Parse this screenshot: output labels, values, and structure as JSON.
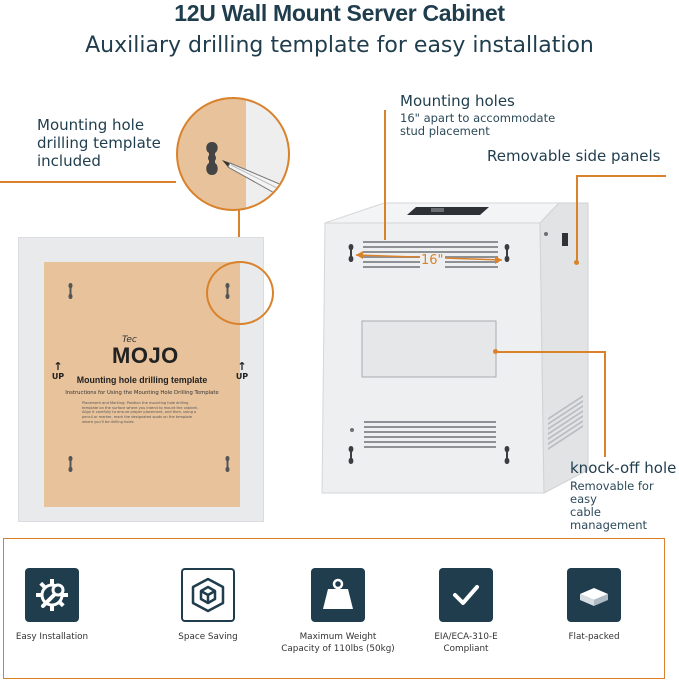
{
  "header": {
    "title": "12U Wall Mount Server Cabinet",
    "subtitle": "Auxiliary drilling template for easy installation"
  },
  "callouts": {
    "template_label": "Mounting hole\ndrilling template\nincluded",
    "mounting_holes_title": "Mounting holes",
    "mounting_holes_desc": "16\" apart to accommodate\nstud placement",
    "side_panels": "Removable side panels",
    "knockoff_title": "knock-off hole",
    "knockoff_desc": "Removable for easy\ncable management",
    "dimension_marker": "16\""
  },
  "template_board": {
    "brand_prefix": "Tec",
    "brand_name": "MOJO",
    "up_label": "UP",
    "heading": "Mounting hole drilling template",
    "subheading": "Instructions for Using the Mounting Hole Drilling Template",
    "body": "Placement and Marking: Position the mounting hole drilling template on the surface where you intend to mount the cabinet. Align it carefully to ensure proper placement, and then, using a pencil or marker, mark the designated spots on the template where you'll be drilling holes."
  },
  "features": [
    {
      "icon": "gear-wrench-icon",
      "label": "Easy Installation"
    },
    {
      "icon": "cube-icon",
      "label": "Space Saving"
    },
    {
      "icon": "weight-icon",
      "label": "Maximum Weight\nCapacity of 110lbs (50kg)"
    },
    {
      "icon": "checkmark-icon",
      "label": "EIA/ECA-310-E\nCompliant"
    },
    {
      "icon": "flat-box-icon",
      "label": "Flat-packed"
    }
  ],
  "colors": {
    "accent": "#d9822b",
    "navy": "#1f3d4d",
    "kraft": "#e7c29b"
  }
}
